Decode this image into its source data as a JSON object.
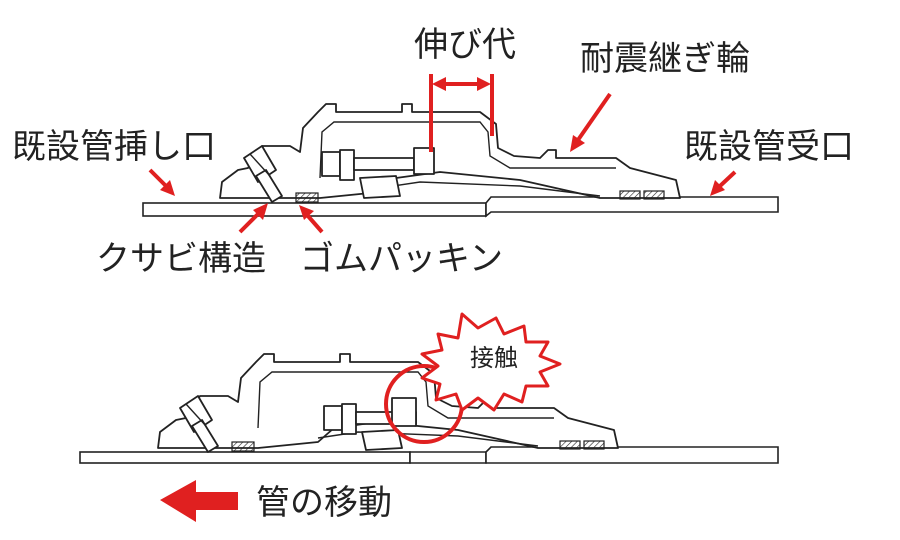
{
  "labels": {
    "expansion_allowance": "伸び代",
    "seismic_joint_ring": "耐震継ぎ輪",
    "existing_pipe_spigot": "既設管挿し口",
    "existing_pipe_socket": "既設管受口",
    "wedge_structure": "クサビ構造",
    "rubber_packing": "ゴムパッキン",
    "contact": "接触",
    "pipe_movement": "管の移動"
  },
  "colors": {
    "accent": "#e02020",
    "line": "#222222"
  }
}
